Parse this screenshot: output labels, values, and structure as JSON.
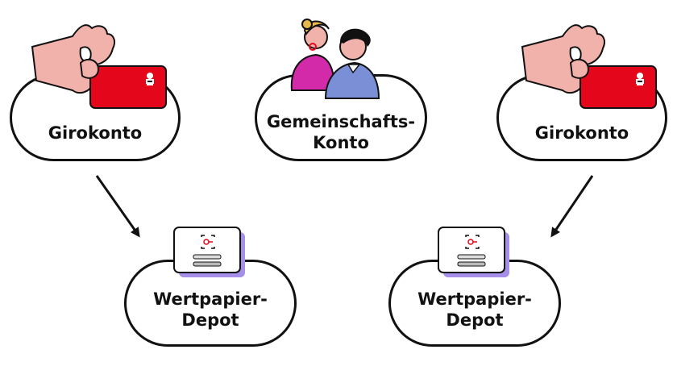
{
  "nodes": {
    "left_account": {
      "label": "Girokonto"
    },
    "joint_account": {
      "line1": "Gemeinschafts-",
      "line2": "Konto"
    },
    "right_account": {
      "label": "Girokonto"
    },
    "left_depot": {
      "line1": "Wertpapier-",
      "line2": "Depot"
    },
    "right_depot": {
      "line1": "Wertpapier-",
      "line2": "Depot"
    }
  },
  "colors": {
    "card_red": "#e4071b",
    "skin": "#f2b2ac",
    "outline": "#111111",
    "magenta": "#d22aa8",
    "denim": "#7b8fd6",
    "lavender": "#a58fe8"
  },
  "icons": {
    "hand_card": "hand-holding-card-icon",
    "people": "two-people-icon",
    "device": "depot-device-icon"
  }
}
